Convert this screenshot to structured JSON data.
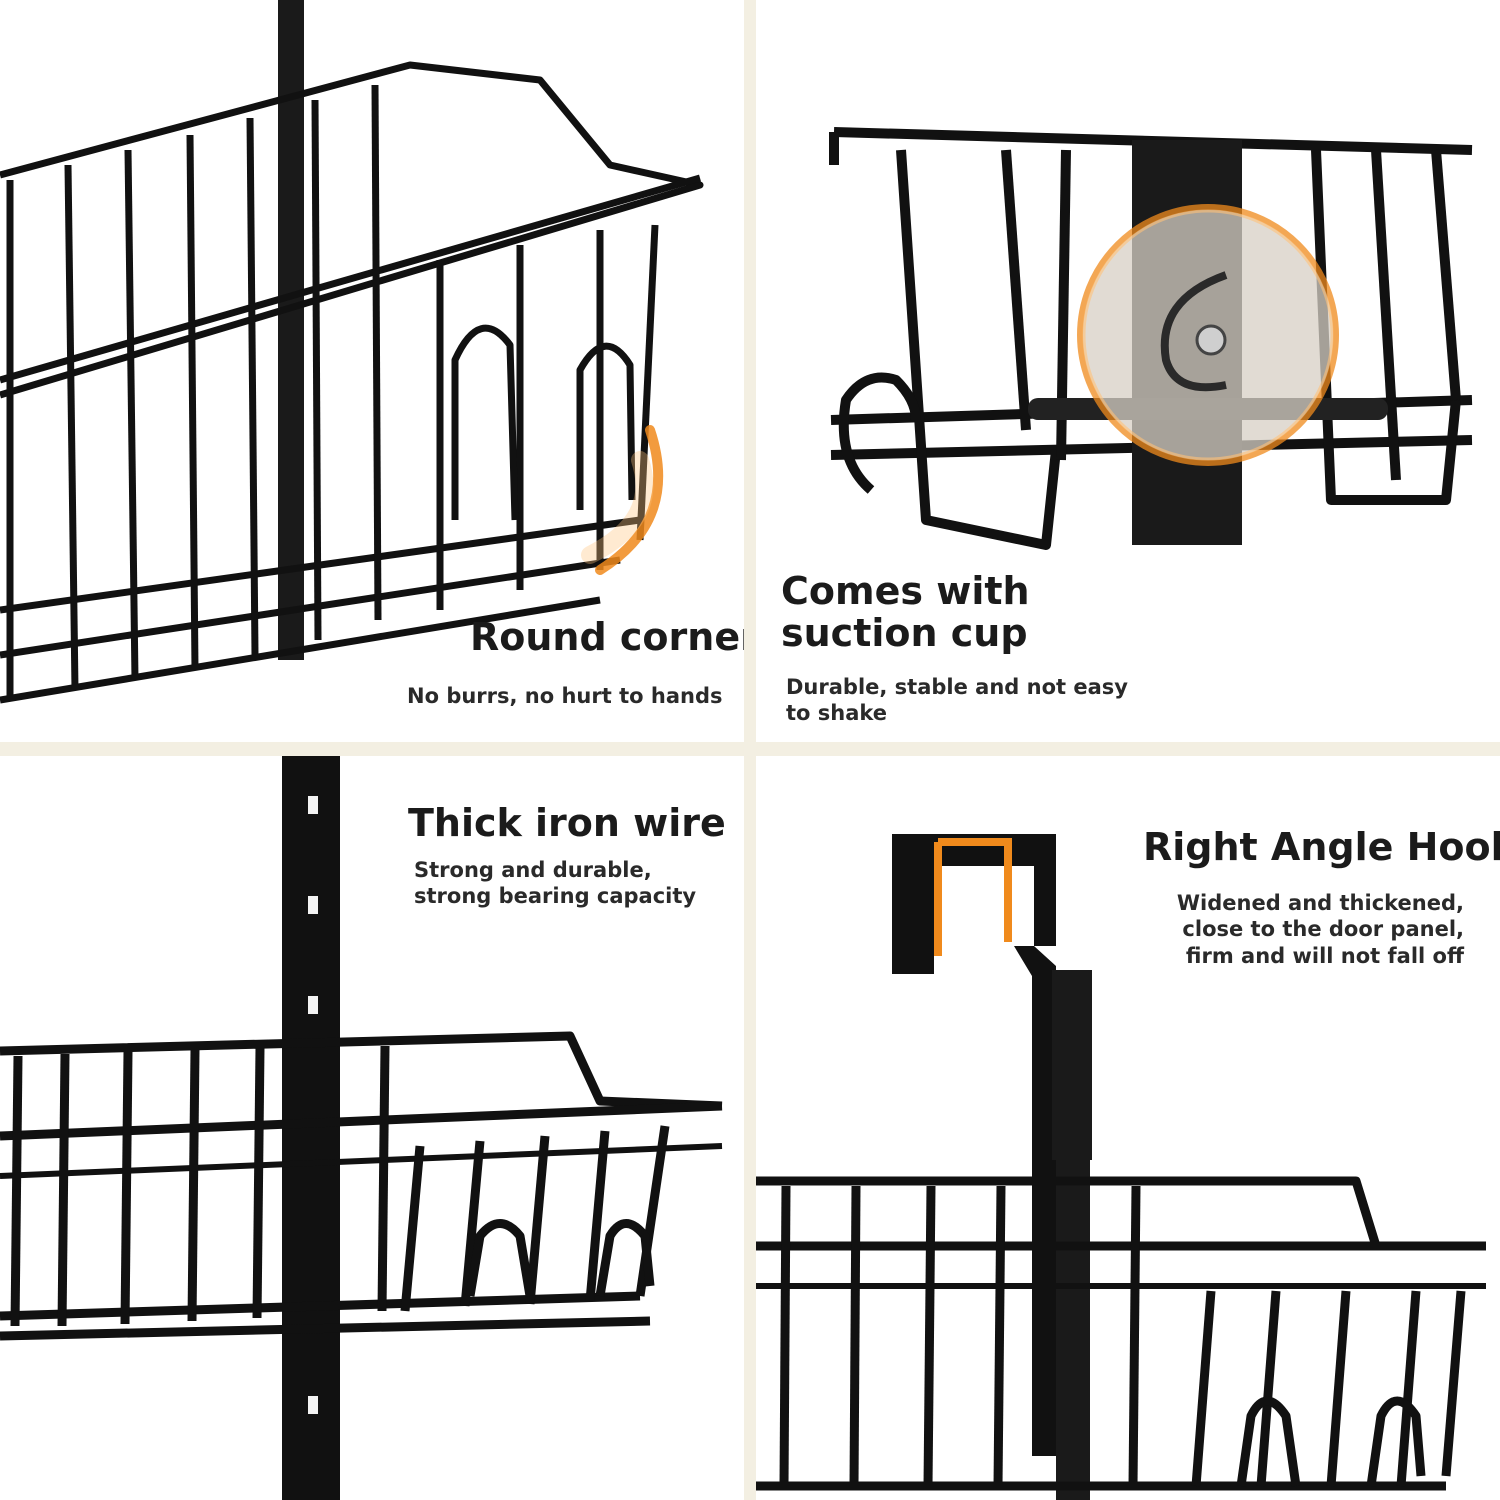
{
  "panels": [
    {
      "title": "Round corner",
      "subtitle": "No burrs, no hurt to hands"
    },
    {
      "title_line1": "Comes with",
      "title_line2": "suction cup",
      "subtitle": "Durable, stable and not easy\nto shake"
    },
    {
      "title": "Thick iron wire",
      "subtitle": "Strong and durable,\nstrong bearing capacity"
    },
    {
      "title": "Right Angle Hook",
      "subtitle": "Widened and thickened,\nclose to the door panel,\nfirm and will not fall off"
    }
  ],
  "colors": {
    "background": "#f3efe2",
    "panel": "#ffffff",
    "metal": "#111111",
    "accent": "#f08a1c",
    "text": "#1b1b1b"
  }
}
